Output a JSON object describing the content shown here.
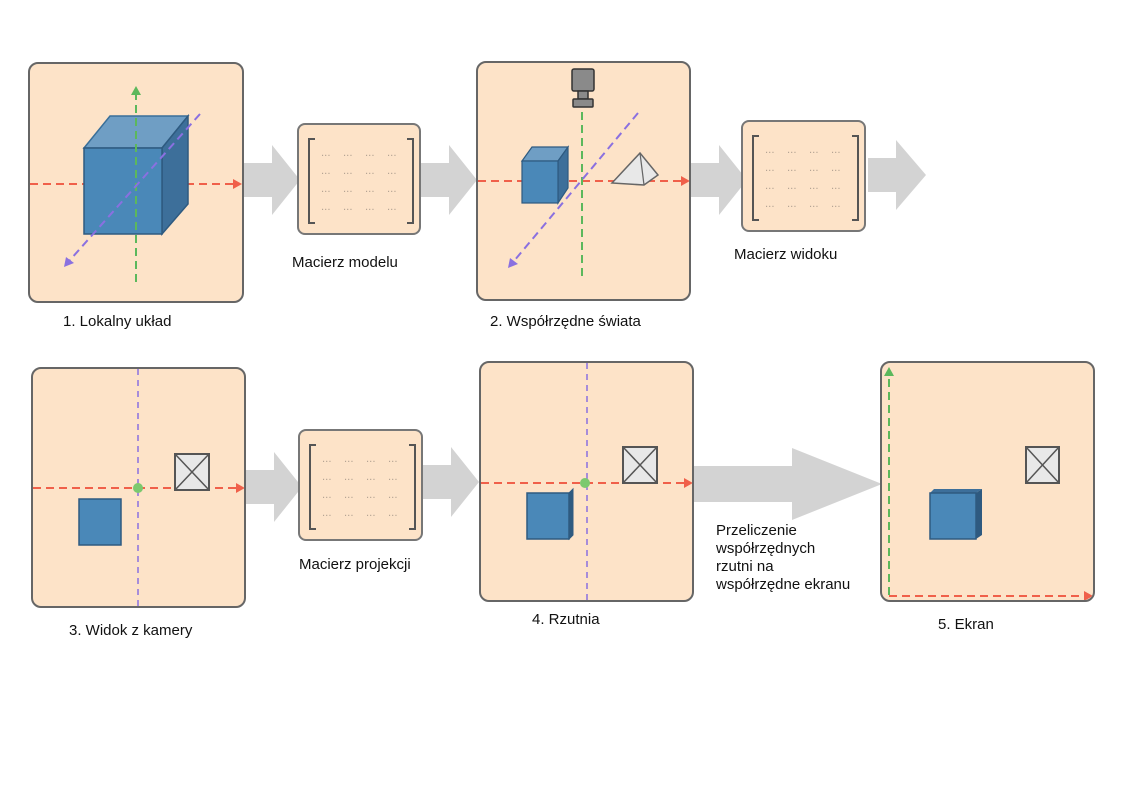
{
  "stages": {
    "local": "1. Lokalny układ",
    "world": "2. Współrzędne świata",
    "camera": "3. Widok z kamery",
    "viewport": "4. Rzutnia",
    "screen": "5. Ekran"
  },
  "matrices": {
    "model": "Macierz modelu",
    "view": "Macierz widoku",
    "projection": "Macierz projekcji"
  },
  "conversion": {
    "line1": "Przeliczenie",
    "line2": "współrzędnych",
    "line3": "rzutni na",
    "line4": "współrzędne ekranu"
  },
  "colors": {
    "panel_fill": "#fde3c8",
    "x_axis": "#f0604a",
    "y_axis": "#5cb85c",
    "z_axis": "#8a70e0",
    "cube": "#4a88b8",
    "arrow": "#d3d3d3"
  }
}
